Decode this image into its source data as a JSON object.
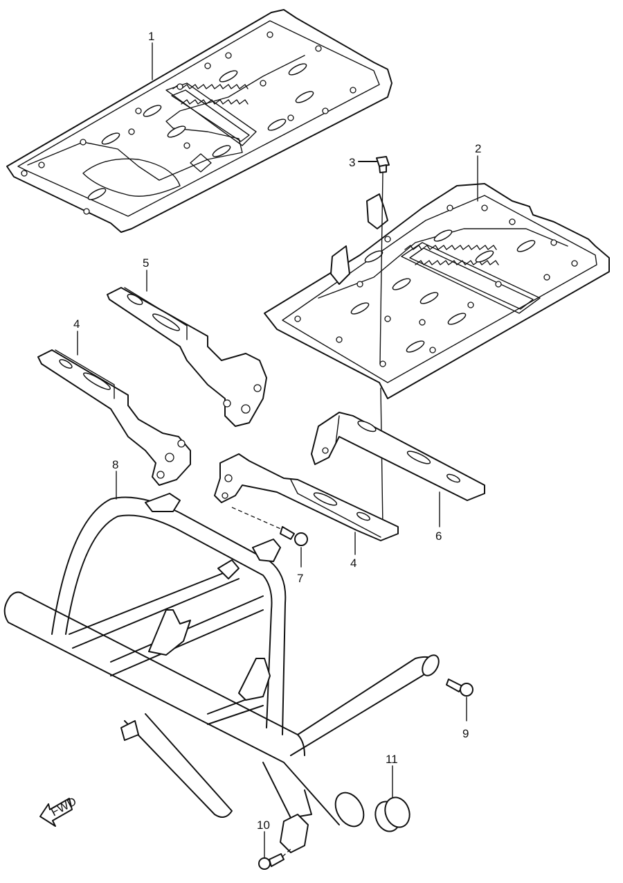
{
  "callouts": [
    {
      "id": "c1",
      "label": "1"
    },
    {
      "id": "c2",
      "label": "2"
    },
    {
      "id": "c3",
      "label": "3"
    },
    {
      "id": "c4a",
      "label": "4"
    },
    {
      "id": "c4b",
      "label": "4"
    },
    {
      "id": "c5",
      "label": "5"
    },
    {
      "id": "c6",
      "label": "6"
    },
    {
      "id": "c7",
      "label": "7"
    },
    {
      "id": "c8",
      "label": "8"
    },
    {
      "id": "c9",
      "label": "9"
    },
    {
      "id": "c10",
      "label": "10"
    },
    {
      "id": "c11",
      "label": "11"
    }
  ],
  "direction_arrow": {
    "label": "FWD",
    "icon": "forward-arrow-icon"
  }
}
